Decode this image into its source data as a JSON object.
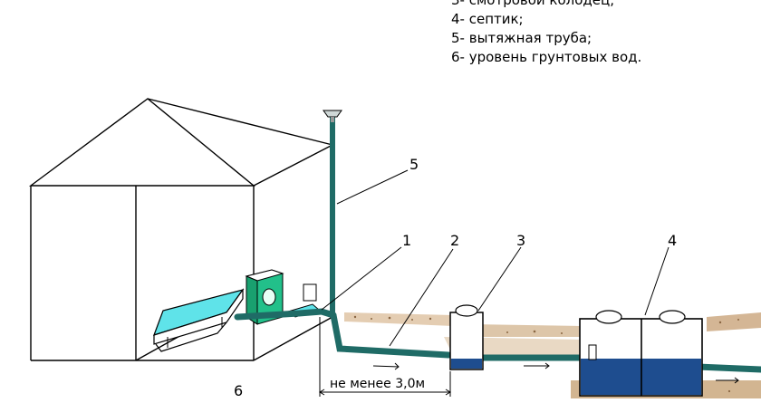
{
  "legend": [
    "3- смотровой колодец;",
    "4- септик;",
    "5- вытяжная труба;",
    "6- уровень грунтовых вод."
  ],
  "labels": {
    "n1": "1",
    "n2": "2",
    "n3": "3",
    "n4": "4",
    "n5": "5",
    "n6": "6"
  },
  "dimension": "не менее 3,0м",
  "colors": {
    "pipe": "#1f6b66",
    "water": "#1e4d8f",
    "bath_water": "#5fe3e9",
    "tank_fill": "#22c08a",
    "soil": "#c9a47a",
    "line": "#000000"
  }
}
